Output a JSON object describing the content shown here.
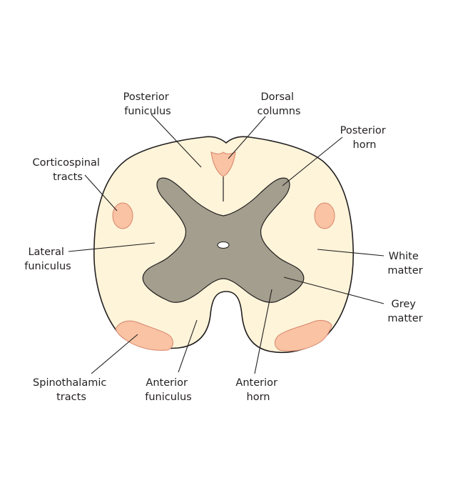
{
  "labels": {
    "posterior_funiculus": [
      "Posterior",
      "funiculus"
    ],
    "dorsal_columns": [
      "Dorsal",
      "columns"
    ],
    "posterior_horn": [
      "Posterior",
      "horn"
    ],
    "corticospinal_tracts": [
      "Corticospinal",
      "tracts"
    ],
    "lateral_funiculus": [
      "Lateral",
      "funiculus"
    ],
    "white_matter": [
      "White",
      "matter"
    ],
    "grey_matter": [
      "Grey",
      "matter"
    ],
    "spinothalamic_tracts": [
      "Spinothalamic",
      "tracts"
    ],
    "anterior_funiculus": [
      "Anterior",
      "funiculus"
    ],
    "anterior_horn": [
      "Anterior",
      "horn"
    ]
  },
  "colors": {
    "white_matter": "#fdf4d9",
    "grey_matter": "#a39e8d",
    "tracts": "#f9c3a4",
    "outline": "#231f20",
    "background": "#ffffff"
  }
}
